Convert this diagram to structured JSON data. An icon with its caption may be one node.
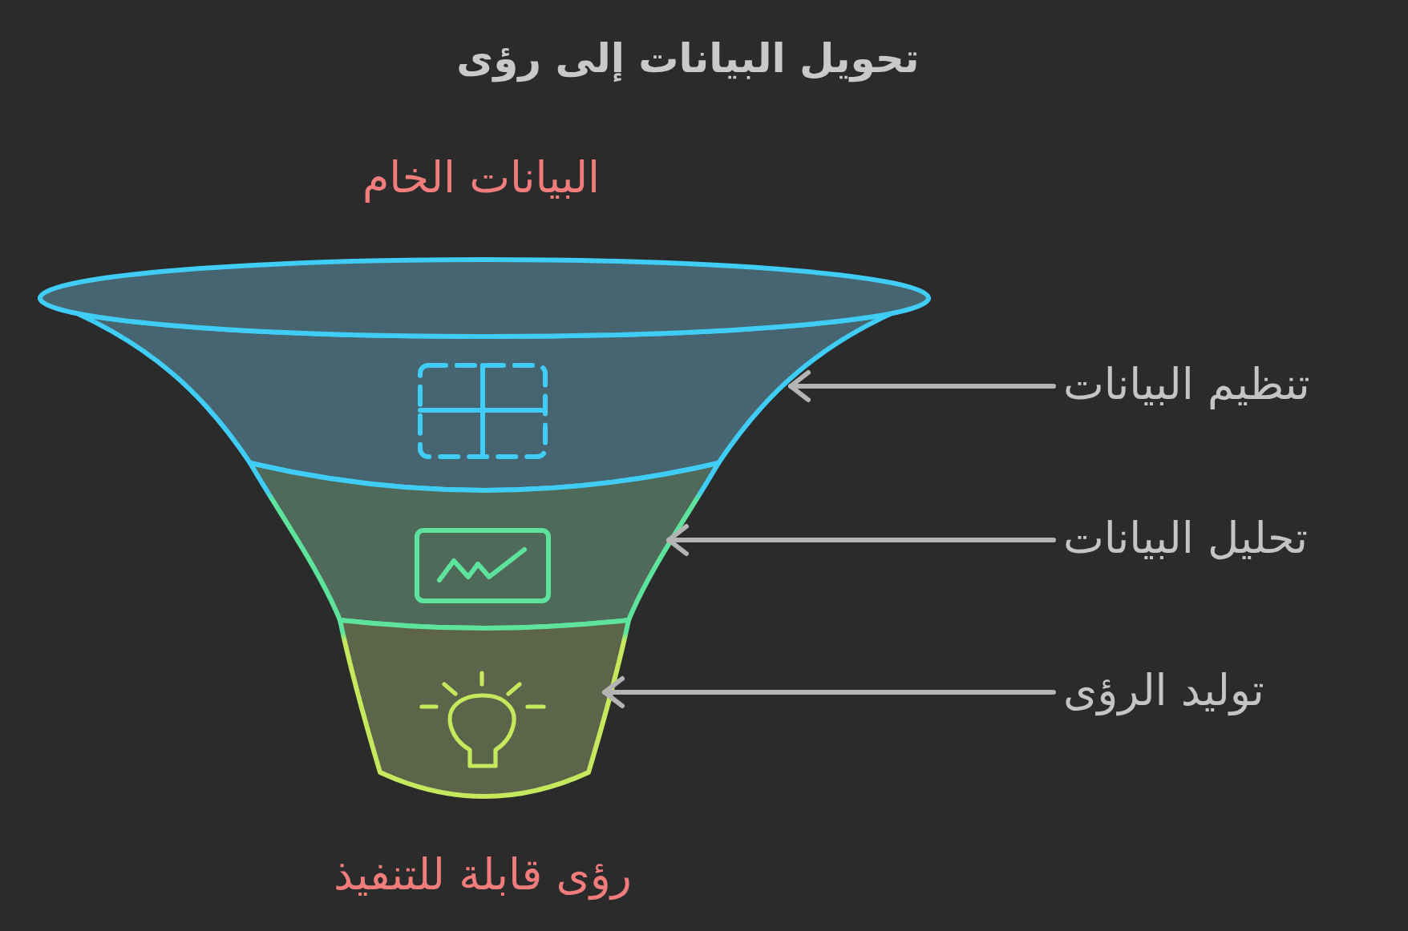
{
  "diagram": {
    "title": "تحويل البيانات إلى رؤى",
    "nodes": [
      {
        "text": [],
        "shape": "funnel"
      },
      {
        "text": [],
        "shape": "funnel"
      },
      {
        "text": [],
        "shape": "funnel"
      },
      {
        "text": [
          "تنظيم البيانات"
        ]
      },
      {
        "text": [
          "تحليل البيانات"
        ]
      },
      {
        "text": [
          "توليد الرؤى"
        ]
      }
    ],
    "edges": [
      {
        "from": 3,
        "to": 0,
        "arrow": "to"
      },
      {
        "from": 4,
        "to": 1,
        "arrow": "to"
      },
      {
        "from": 5,
        "to": 2,
        "arrow": "to"
      }
    ],
    "labels": [
      "البيانات الخام",
      "رؤى قابلة للتنفيذ"
    ]
  }
}
